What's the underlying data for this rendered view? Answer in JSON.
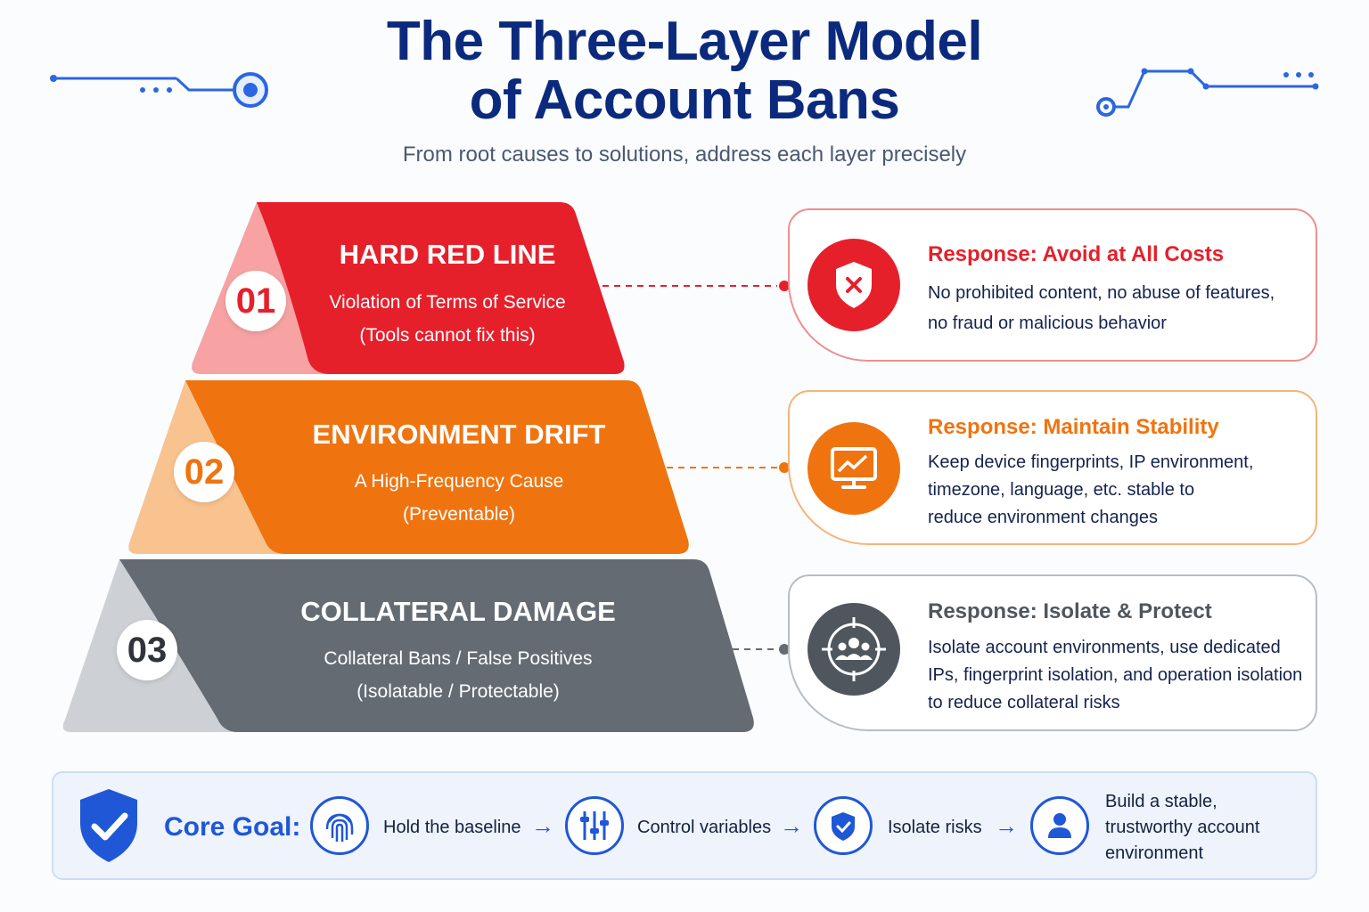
{
  "title_line1": "The Three-Layer Model",
  "title_line2": "of Account Bans",
  "subtitle": "From root causes to solutions, address each layer precisely",
  "layers": [
    {
      "number": "01",
      "title": "HARD RED LINE",
      "sub1": "Violation of Terms of Service",
      "sub2": "(Tools cannot fix this)",
      "color": "#e5202b",
      "light": "#f7a3a3"
    },
    {
      "number": "02",
      "title": "ENVIRONMENT DRIFT",
      "sub1": "A High-Frequency Cause",
      "sub2": "(Preventable)",
      "color": "#ef7410",
      "light": "#f9c38f"
    },
    {
      "number": "03",
      "title": "COLLATERAL DAMAGE",
      "sub1": "Collateral Bans / False Positives",
      "sub2": "(Isolatable / Protectable)",
      "color": "#646b73",
      "light": "#cdd1d6"
    }
  ],
  "responses": [
    {
      "title": "Response: Avoid at All Costs",
      "lines": [
        "No prohibited content, no abuse of features,",
        "no fraud or malicious behavior"
      ],
      "icon": "shield-x-icon",
      "color": "#e5202b"
    },
    {
      "title": "Response: Maintain Stability",
      "lines": [
        "Keep device fingerprints, IP environment,",
        "timezone, language, etc. stable to",
        "reduce environment changes"
      ],
      "icon": "monitor-chart-icon",
      "color": "#ef7410"
    },
    {
      "title": "Response: Isolate & Protect",
      "lines": [
        "Isolate account environments, use dedicated",
        "IPs, fingerprint isolation, and operation isolation",
        "to reduce collateral risks"
      ],
      "icon": "group-target-icon",
      "color": "#4f565e"
    }
  ],
  "goal": {
    "label": "Core Goal:",
    "steps": [
      {
        "text": "Hold the baseline",
        "icon": "fingerprint-icon"
      },
      {
        "text": "Control variables",
        "icon": "sliders-icon"
      },
      {
        "text": "Isolate risks",
        "icon": "shield-check-icon"
      }
    ],
    "final_lines": [
      "Build a stable,",
      "trustworthy account",
      "environment"
    ],
    "final_icon": "user-icon",
    "accent": "#1f57d6"
  }
}
